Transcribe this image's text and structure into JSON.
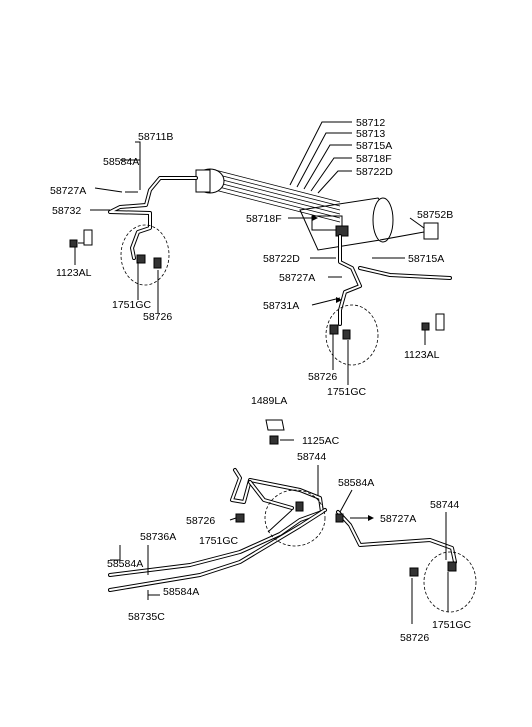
{
  "labels": {
    "p58712": "58712",
    "p58713": "58713",
    "p58715A_top": "58715A",
    "p58718F_top": "58718F",
    "p58722D_top": "58722D",
    "p58711B": "58711B",
    "p58584A_1": "58584A",
    "p58727A_1": "58727A",
    "p58732": "58732",
    "p1123AL_1": "1123AL",
    "p1751GC_1": "1751GC",
    "p58726_1": "58726",
    "p58718F_mid": "58718F",
    "p58752B": "58752B",
    "p58722D_mid": "58722D",
    "p58715A_mid": "58715A",
    "p58727A_2": "58727A",
    "p58731A": "58731A",
    "p58726_2": "58726",
    "p1751GC_2": "1751GC",
    "p1123AL_2": "1123AL",
    "p1489LA": "1489LA",
    "p1125AC": "1125AC",
    "p58744_1": "58744",
    "p58584A_2": "58584A",
    "p58727A_3": "58727A",
    "p58744_2": "58744",
    "p58726_3": "58726",
    "p1751GC_3": "1751GC",
    "p58736A": "58736A",
    "p58584A_3": "58584A",
    "p58584A_4": "58584A",
    "p58735C": "58735C",
    "p58726_4": "58726",
    "p1751GC_4": "1751GC"
  }
}
